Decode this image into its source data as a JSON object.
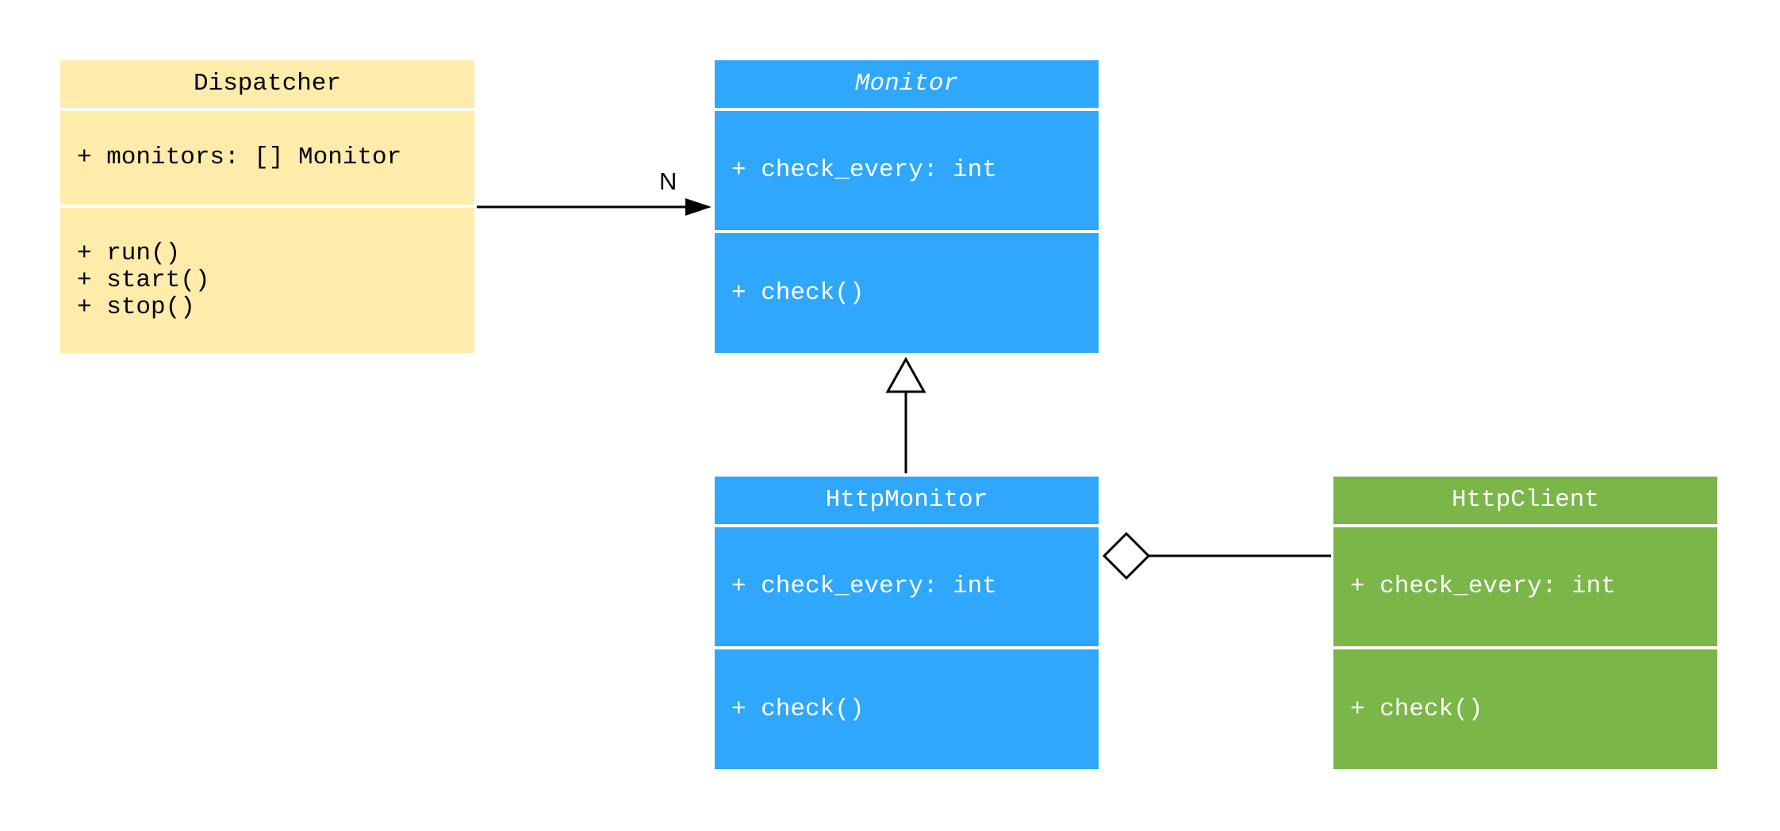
{
  "classes": {
    "dispatcher": {
      "name": "Dispatcher",
      "attributes": [
        "+ monitors: [] Monitor"
      ],
      "methods": [
        "+ run()",
        "+ start()",
        "+ stop()"
      ],
      "color": "#ffecaa",
      "abstract": false
    },
    "monitor": {
      "name": "Monitor",
      "attributes": [
        "+ check_every: int"
      ],
      "methods": [
        "+ check()"
      ],
      "color": "#2ea7fd",
      "abstract": true
    },
    "http_monitor": {
      "name": "HttpMonitor",
      "attributes": [
        "+ check_every: int"
      ],
      "methods": [
        "+ check()"
      ],
      "color": "#2ea7fd",
      "abstract": false
    },
    "http_client": {
      "name": "HttpClient",
      "attributes": [
        "+ check_every: int"
      ],
      "methods": [
        "+ check()"
      ],
      "color": "#7ab648",
      "abstract": false
    }
  },
  "relations": [
    {
      "type": "association",
      "from": "Dispatcher",
      "to": "Monitor",
      "multiplicity": "N"
    },
    {
      "type": "generalization",
      "from": "HttpMonitor",
      "to": "Monitor"
    },
    {
      "type": "aggregation",
      "from": "HttpClient",
      "to": "HttpMonitor"
    }
  ]
}
